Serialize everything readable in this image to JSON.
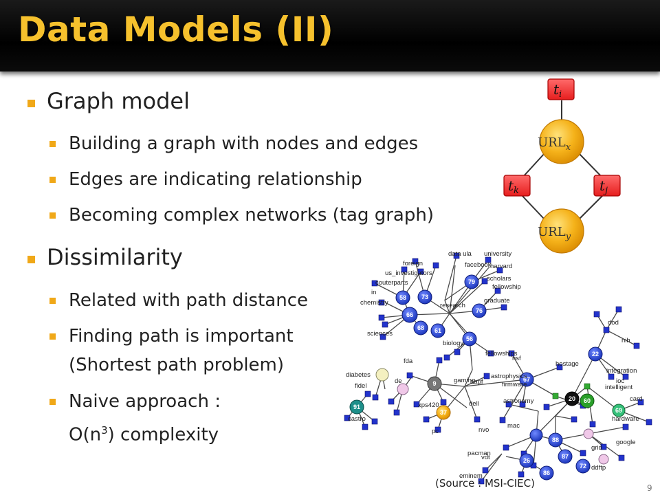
{
  "slide": {
    "title": "Data Models (II)",
    "page_number": "9",
    "source": "(Source : MSI-CIEC)"
  },
  "bullets": {
    "graph_model": "Graph model",
    "graph_items": [
      "Building a graph with nodes and edges",
      "Edges are indicating relationship",
      "Becoming complex networks (tag graph)"
    ],
    "dissimilarity": "Dissimilarity",
    "dis_items": [
      "Related with path distance",
      "Finding path is important",
      "(Shortest path problem)",
      "Naive approach :",
      "O(n",
      "3",
      ") complexity"
    ]
  },
  "diagram": {
    "tag_i": "t",
    "tag_i_sub": "i",
    "tag_k": "t",
    "tag_k_sub": "k",
    "tag_j": "t",
    "tag_j_sub": "j",
    "url_x": "URL",
    "url_x_sub": "x",
    "url_y": "URL",
    "url_y_sub": "y"
  },
  "network": {
    "labels": [
      "foreign",
      "data ula",
      "university",
      "us_investigators",
      "facebook",
      "harvard",
      "couterparts",
      "scholars",
      "fellowship",
      "in",
      "chemistry",
      "research",
      "graduate",
      "sciences",
      "biology",
      "fellowships",
      "fda",
      "diabetes",
      "fidel",
      "de",
      "gaming",
      "aapf",
      "dell",
      "astrophysics",
      "xps420",
      "castro",
      "pc",
      "nsf",
      "hostage",
      "firmware",
      "astronomy",
      "nvo",
      "mac",
      "pacman",
      "eminem",
      "vdt",
      "dod",
      "nih",
      "integration",
      "ioc",
      "intelligent",
      "card",
      "hardware",
      "google",
      "grid",
      "ddftp"
    ],
    "node_numbers": [
      "58",
      "79",
      "73",
      "76",
      "66",
      "68",
      "61",
      "56",
      "9",
      "37",
      "91",
      "67",
      "22",
      "20",
      "60",
      "69",
      "88",
      "87",
      "26",
      "86",
      "72"
    ]
  },
  "colors": {
    "accent": "#f0a818",
    "title": "#f6c12d",
    "node_blue": "#1f3fd1",
    "node_orange": "#f3a90f",
    "tag_red": "#ff3030"
  }
}
